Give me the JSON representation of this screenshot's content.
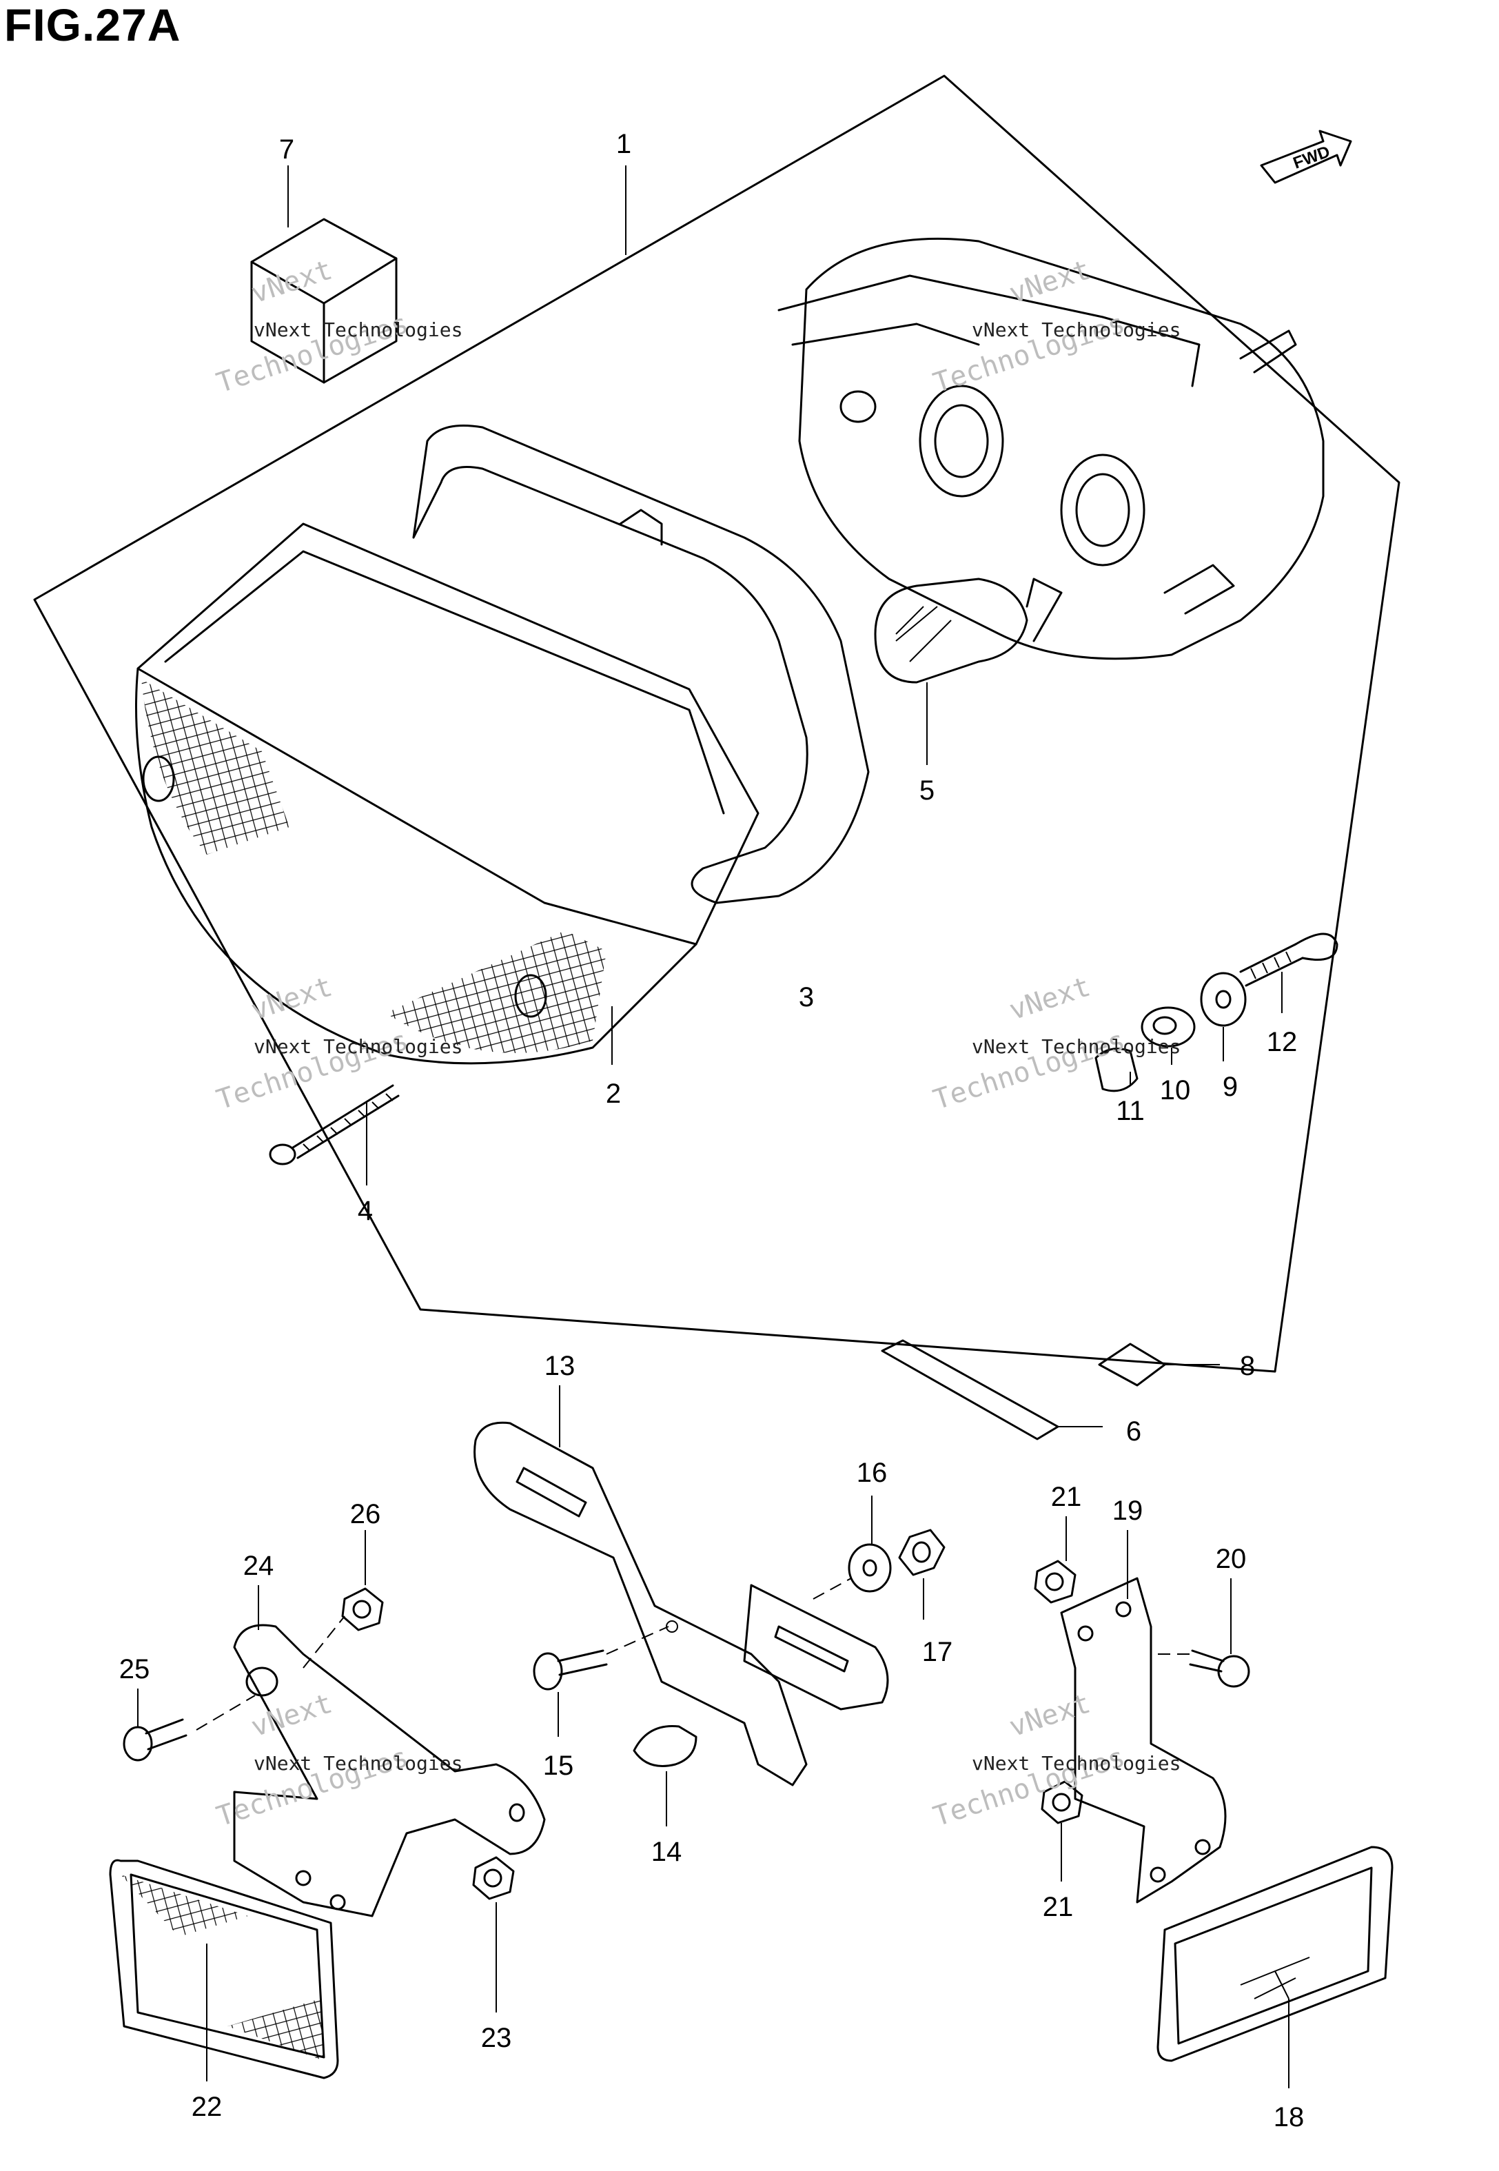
{
  "figure": {
    "title": "FIG.27A",
    "direction_label": "FWD"
  },
  "watermark": {
    "line1": "vNext Technologies",
    "big_a": "vNext",
    "big_b": "Technologies"
  },
  "callouts": {
    "p1": "1",
    "p2": "2",
    "p3": "3",
    "p4": "4",
    "p5": "5",
    "p6": "6",
    "p7": "7",
    "p8": "8",
    "p9": "9",
    "p10": "10",
    "p11": "11",
    "p12": "12",
    "p13": "13",
    "p14": "14",
    "p15": "15",
    "p16": "16",
    "p17": "17",
    "p18": "18",
    "p19": "19",
    "p20": "20",
    "p21a": "21",
    "p21b": "21",
    "p22": "22",
    "p23": "23",
    "p24": "24",
    "p25": "25",
    "p26": "26"
  },
  "icons": {
    "direction": "fwd-arrow-icon"
  }
}
